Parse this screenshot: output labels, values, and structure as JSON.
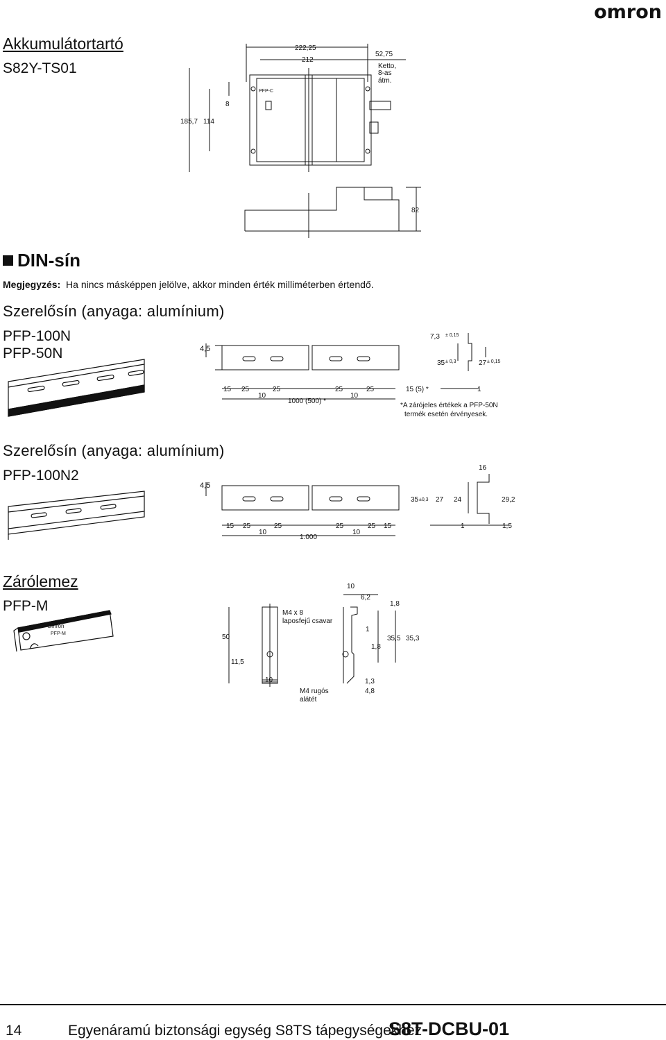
{
  "header": {
    "logo": "omron"
  },
  "battery_holder": {
    "title": "Akkumulátortartó",
    "model": "S82Y-TS01",
    "dims": {
      "w1": "222,25",
      "w2": "212",
      "w3": "52,75",
      "note": [
        "Ketto,",
        "8-as",
        "átm."
      ],
      "h1": "185,7",
      "h2": "114",
      "h3": "8",
      "d": "82",
      "label": "PFP-C"
    }
  },
  "din": {
    "title": "DIN-sín",
    "note_label": "Megjegyzés:",
    "note_text": "Ha nincs másképpen jelölve, akkor minden érték milliméterben értendő."
  },
  "rail1": {
    "section": "Szerelősín (anyaga: alumínium)",
    "models": [
      "PFP-100N",
      "PFP-50N"
    ],
    "dims": {
      "t": "4,5",
      "a": "15",
      "b": "25",
      "c": "10",
      "d": "25",
      "e": "25",
      "f": "10",
      "g": "25",
      "end": "15 (5) *",
      "len": "1000 (500) *",
      "p1": "7,3",
      "p1tol": "± 0,15",
      "p2": "35",
      "p2tol": "± 0,3",
      "p3": "27",
      "p3tol": "± 0,15",
      "p4": "1"
    },
    "footnote": [
      "*A zárójeles értékek a PFP-50N",
      "termék esetén érvényesek."
    ]
  },
  "rail2": {
    "section": "Szerelősín (anyaga: alumínium)",
    "model": "PFP-100N2",
    "dims": {
      "t": "4,5",
      "a": "15",
      "b": "25",
      "c": "10",
      "d": "25",
      "e": "25",
      "f": "10",
      "g": "25",
      "h": "15",
      "len": "1.000",
      "p0": "16",
      "p1": "35",
      "p1tol": "±0,3",
      "p2": "27",
      "p3": "24",
      "p4": "29,2",
      "p5": "1",
      "p6": "1,5"
    }
  },
  "endplate": {
    "title": "Zárólemez",
    "model": "PFP-M",
    "dims": {
      "h": "50",
      "b": "11,5",
      "w": "10",
      "screw": [
        "M4 x 8",
        "laposfejű csavar"
      ],
      "washer": [
        "M4 rugós",
        "alátét"
      ],
      "t1": "10",
      "t2": "6,2",
      "t3": "1,8",
      "t4": "1",
      "t5": "35,5",
      "t6": "35,3",
      "t7": "1,8",
      "t8": "1,3",
      "t9": "4,8",
      "mark": "Omron",
      "mark2": "PFP-M"
    }
  },
  "footer": {
    "page": "14",
    "title": "Egyenáramú biztonsági egység S8TS tápegységekhez",
    "model": "S8T-DCBU-01"
  }
}
